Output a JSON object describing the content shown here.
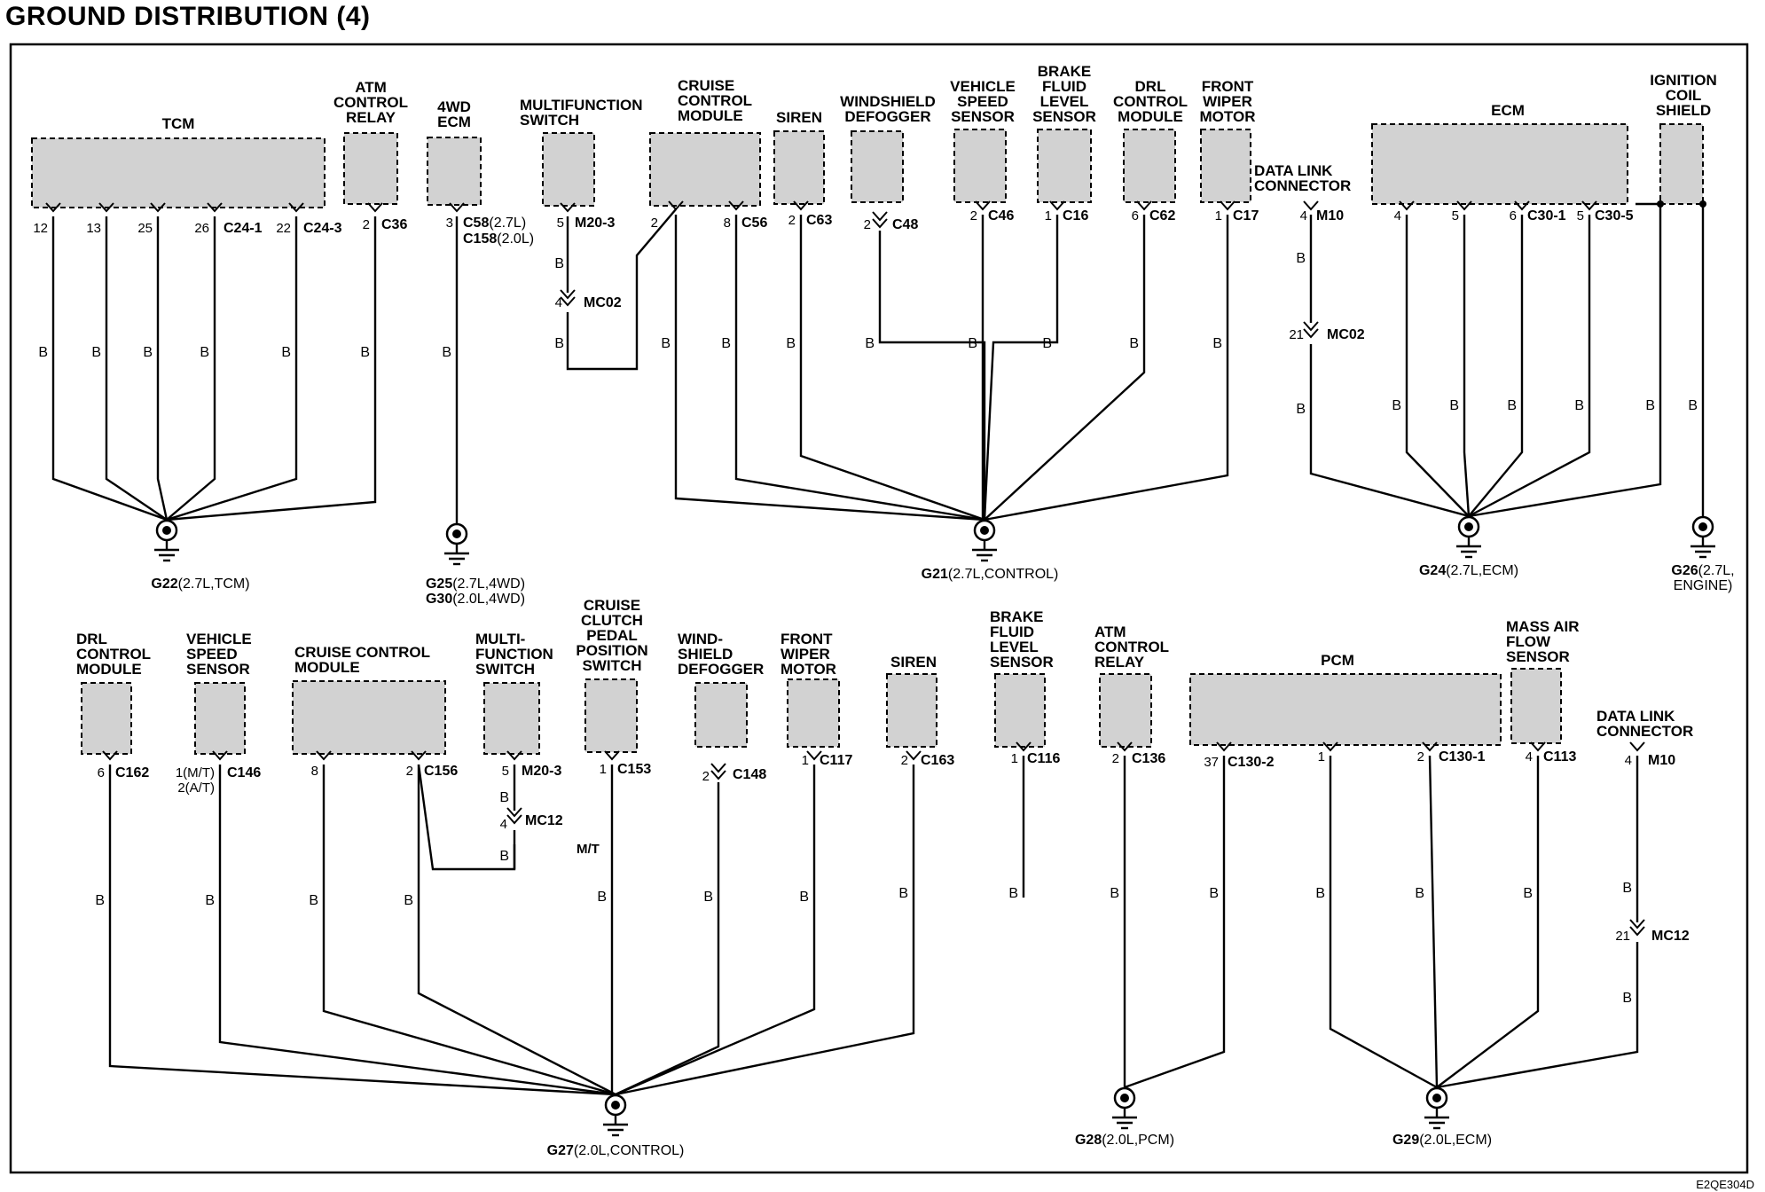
{
  "title": "GROUND DISTRIBUTION (4)",
  "doc_code": "E2QE304D",
  "wire_color": "B",
  "colors": {
    "ink": "#000000",
    "component_fill": "#d2d2d2",
    "background": "#ffffff"
  },
  "components": [
    {
      "id": "tcm",
      "label": "TCM"
    },
    {
      "id": "atm-relay-top",
      "label": "ATM\nCONTROL\nRELAY"
    },
    {
      "id": "ecm-4wd",
      "label": "4WD\nECM"
    },
    {
      "id": "mfs-top",
      "label": "MULTIFUNCTION\nSWITCH"
    },
    {
      "id": "ccm-top",
      "label": "CRUISE\nCONTROL\nMODULE"
    },
    {
      "id": "siren-top",
      "label": "SIREN"
    },
    {
      "id": "wsd-top",
      "label": "WINDSHIELD\nDEFOGGER"
    },
    {
      "id": "vss-top",
      "label": "VEHICLE\nSPEED\nSENSOR"
    },
    {
      "id": "bfl-top",
      "label": "BRAKE\nFLUID\nLEVEL\nSENSOR"
    },
    {
      "id": "drl-top",
      "label": "DRL\nCONTROL\nMODULE"
    },
    {
      "id": "fwm-top",
      "label": "FRONT\nWIPER\nMOTOR"
    },
    {
      "id": "dlc-top",
      "label": "DATA LINK\nCONNECTOR"
    },
    {
      "id": "ecm-top",
      "label": "ECM"
    },
    {
      "id": "ics",
      "label": "IGNITION\nCOIL\nSHIELD"
    },
    {
      "id": "drl-bot",
      "label": "DRL\nCONTROL\nMODULE"
    },
    {
      "id": "vss-bot",
      "label": "VEHICLE\nSPEED\nSENSOR"
    },
    {
      "id": "ccm-bot",
      "label": "CRUISE CONTROL\nMODULE"
    },
    {
      "id": "mfs-bot",
      "label": "MULTI-\nFUNCTION\nSWITCH"
    },
    {
      "id": "ccpps",
      "label": "CRUISE\nCLUTCH\nPEDAL\nPOSITION\nSWITCH"
    },
    {
      "id": "wsd-bot",
      "label": "WIND-\nSHIELD\nDEFOGGER"
    },
    {
      "id": "fwm-bot",
      "label": "FRONT\nWIPER\nMOTOR"
    },
    {
      "id": "siren-bot",
      "label": "SIREN"
    },
    {
      "id": "bfl-bot",
      "label": "BRAKE\nFLUID\nLEVEL\nSENSOR"
    },
    {
      "id": "atm-relay-bot",
      "label": "ATM\nCONTROL\nRELAY"
    },
    {
      "id": "pcm",
      "label": "PCM"
    },
    {
      "id": "maf",
      "label": "MASS AIR\nFLOW\nSENSOR"
    },
    {
      "id": "dlc-bot",
      "label": "DATA LINK\nCONNECTOR"
    }
  ],
  "grounds": [
    {
      "id": "g22",
      "code": "G22",
      "desc": "(2.7L,TCM)"
    },
    {
      "id": "g25",
      "code": "G25",
      "desc": "(2.7L,4WD)",
      "code2": "G30",
      "desc2": "(2.0L,4WD)"
    },
    {
      "id": "g21",
      "code": "G21",
      "desc": "(2.7L,CONTROL)"
    },
    {
      "id": "g24",
      "code": "G24",
      "desc": "(2.7L,ECM)"
    },
    {
      "id": "g26",
      "code": "G26",
      "desc": "(2.7L,\nENGINE)"
    },
    {
      "id": "g27",
      "code": "G27",
      "desc": "(2.0L,CONTROL)"
    },
    {
      "id": "g28",
      "code": "G28",
      "desc": "(2.0L,PCM)"
    },
    {
      "id": "g29",
      "code": "G29",
      "desc": "(2.0L,ECM)"
    }
  ],
  "connectors": [
    {
      "id": "c24-1",
      "label": "C24-1"
    },
    {
      "id": "c24-3",
      "label": "C24-3"
    },
    {
      "id": "c36",
      "label": "C36"
    },
    {
      "id": "c58",
      "label": "C58",
      "suffix": "(2.7L)"
    },
    {
      "id": "c158",
      "label": "C158",
      "suffix": "(2.0L)"
    },
    {
      "id": "m20-3-top",
      "label": "M20-3"
    },
    {
      "id": "mc02-top",
      "label": "MC02"
    },
    {
      "id": "c56",
      "label": "C56"
    },
    {
      "id": "c63",
      "label": "C63"
    },
    {
      "id": "c48",
      "label": "C48"
    },
    {
      "id": "c46",
      "label": "C46"
    },
    {
      "id": "c16",
      "label": "C16"
    },
    {
      "id": "c62",
      "label": "C62"
    },
    {
      "id": "c17",
      "label": "C17"
    },
    {
      "id": "m10-top",
      "label": "M10"
    },
    {
      "id": "mc02-dlc",
      "label": "MC02"
    },
    {
      "id": "c30-1",
      "label": "C30-1"
    },
    {
      "id": "c30-5",
      "label": "C30-5"
    },
    {
      "id": "c162",
      "label": "C162"
    },
    {
      "id": "c146",
      "label": "C146"
    },
    {
      "id": "c156",
      "label": "C156"
    },
    {
      "id": "m20-3-bot",
      "label": "M20-3"
    },
    {
      "id": "mc12-bot",
      "label": "MC12"
    },
    {
      "id": "c153",
      "label": "C153"
    },
    {
      "id": "c148",
      "label": "C148"
    },
    {
      "id": "c117",
      "label": "C117"
    },
    {
      "id": "c163",
      "label": "C163"
    },
    {
      "id": "c116",
      "label": "C116"
    },
    {
      "id": "c136",
      "label": "C136"
    },
    {
      "id": "c130-2",
      "label": "C130-2"
    },
    {
      "id": "c130-1",
      "label": "C130-1"
    },
    {
      "id": "c113",
      "label": "C113"
    },
    {
      "id": "m10-bot",
      "label": "M10"
    },
    {
      "id": "mc12-dlc",
      "label": "MC12"
    }
  ],
  "pins": [
    {
      "id": "p-tcm-12",
      "label": "12"
    },
    {
      "id": "p-tcm-13",
      "label": "13"
    },
    {
      "id": "p-tcm-25",
      "label": "25"
    },
    {
      "id": "p-tcm-26",
      "label": "26"
    },
    {
      "id": "p-tcm-22",
      "label": "22"
    },
    {
      "id": "p-atm-2",
      "label": "2"
    },
    {
      "id": "p-ecm4wd-3",
      "label": "3"
    },
    {
      "id": "p-mfs-5",
      "label": "5"
    },
    {
      "id": "p-mc02-4",
      "label": "4"
    },
    {
      "id": "p-ccm-2",
      "label": "2"
    },
    {
      "id": "p-ccm-8",
      "label": "8"
    },
    {
      "id": "p-siren-2",
      "label": "2"
    },
    {
      "id": "p-wsd-2",
      "label": "2"
    },
    {
      "id": "p-vss-2",
      "label": "2"
    },
    {
      "id": "p-bfl-1",
      "label": "1"
    },
    {
      "id": "p-drl-6",
      "label": "6"
    },
    {
      "id": "p-fwm-1",
      "label": "1"
    },
    {
      "id": "p-dlc-4",
      "label": "4"
    },
    {
      "id": "p-mc02-21",
      "label": "21"
    },
    {
      "id": "p-ecm-4",
      "label": "4"
    },
    {
      "id": "p-ecm-5a",
      "label": "5"
    },
    {
      "id": "p-ecm-6",
      "label": "6"
    },
    {
      "id": "p-ecm-5b",
      "label": "5"
    },
    {
      "id": "p-drlb-6",
      "label": "6"
    },
    {
      "id": "p-vssb-1",
      "label": "1(M/T)"
    },
    {
      "id": "p-vssb-2",
      "label": "2(A/T)"
    },
    {
      "id": "p-ccmb-8",
      "label": "8"
    },
    {
      "id": "p-ccmb-2",
      "label": "2"
    },
    {
      "id": "p-mfsb-5",
      "label": "5"
    },
    {
      "id": "p-mc12-4",
      "label": "4"
    },
    {
      "id": "p-ccpps-1",
      "label": "1"
    },
    {
      "id": "p-wsdb-2",
      "label": "2"
    },
    {
      "id": "p-fwmb-1",
      "label": "1"
    },
    {
      "id": "p-sirenb-2",
      "label": "2"
    },
    {
      "id": "p-bflb-1",
      "label": "1"
    },
    {
      "id": "p-atmb-2",
      "label": "2"
    },
    {
      "id": "p-pcm-37",
      "label": "37"
    },
    {
      "id": "p-pcm-1",
      "label": "1"
    },
    {
      "id": "p-pcm-2",
      "label": "2"
    },
    {
      "id": "p-maf-4",
      "label": "4"
    },
    {
      "id": "p-dlcb-4",
      "label": "4"
    },
    {
      "id": "p-mc12-21",
      "label": "21"
    }
  ],
  "notes": [
    {
      "id": "mt-note",
      "label": "M/T"
    }
  ]
}
